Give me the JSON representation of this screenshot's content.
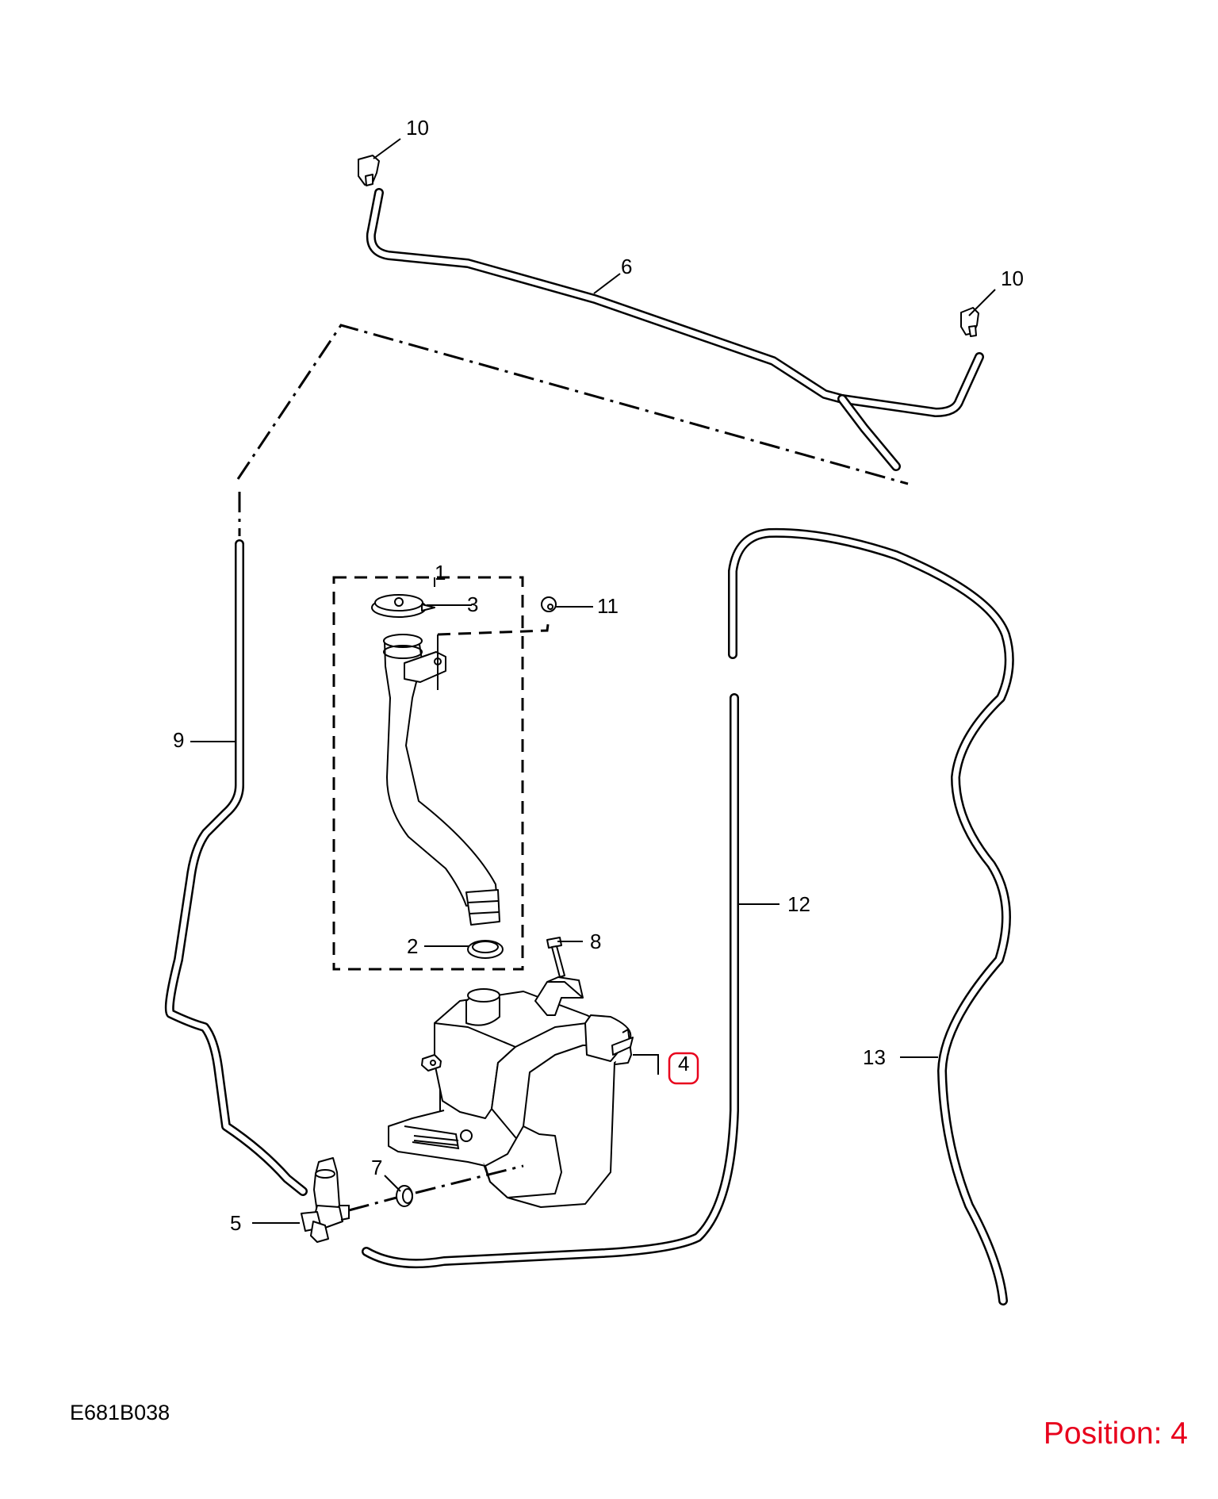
{
  "callouts": {
    "c1": "1",
    "c2": "2",
    "c3": "3",
    "c4": "4",
    "c5": "5",
    "c6": "6",
    "c7": "7",
    "c8": "8",
    "c9": "9",
    "c10a": "10",
    "c10b": "10",
    "c11": "11",
    "c12": "12",
    "c13": "13"
  },
  "highlight": {
    "callout": "4",
    "color": "#e8001c"
  },
  "reference_code": "E681B038",
  "position_label": "Position: 4",
  "colors": {
    "line": "#000000",
    "highlight": "#e8001c",
    "background": "#ffffff"
  }
}
